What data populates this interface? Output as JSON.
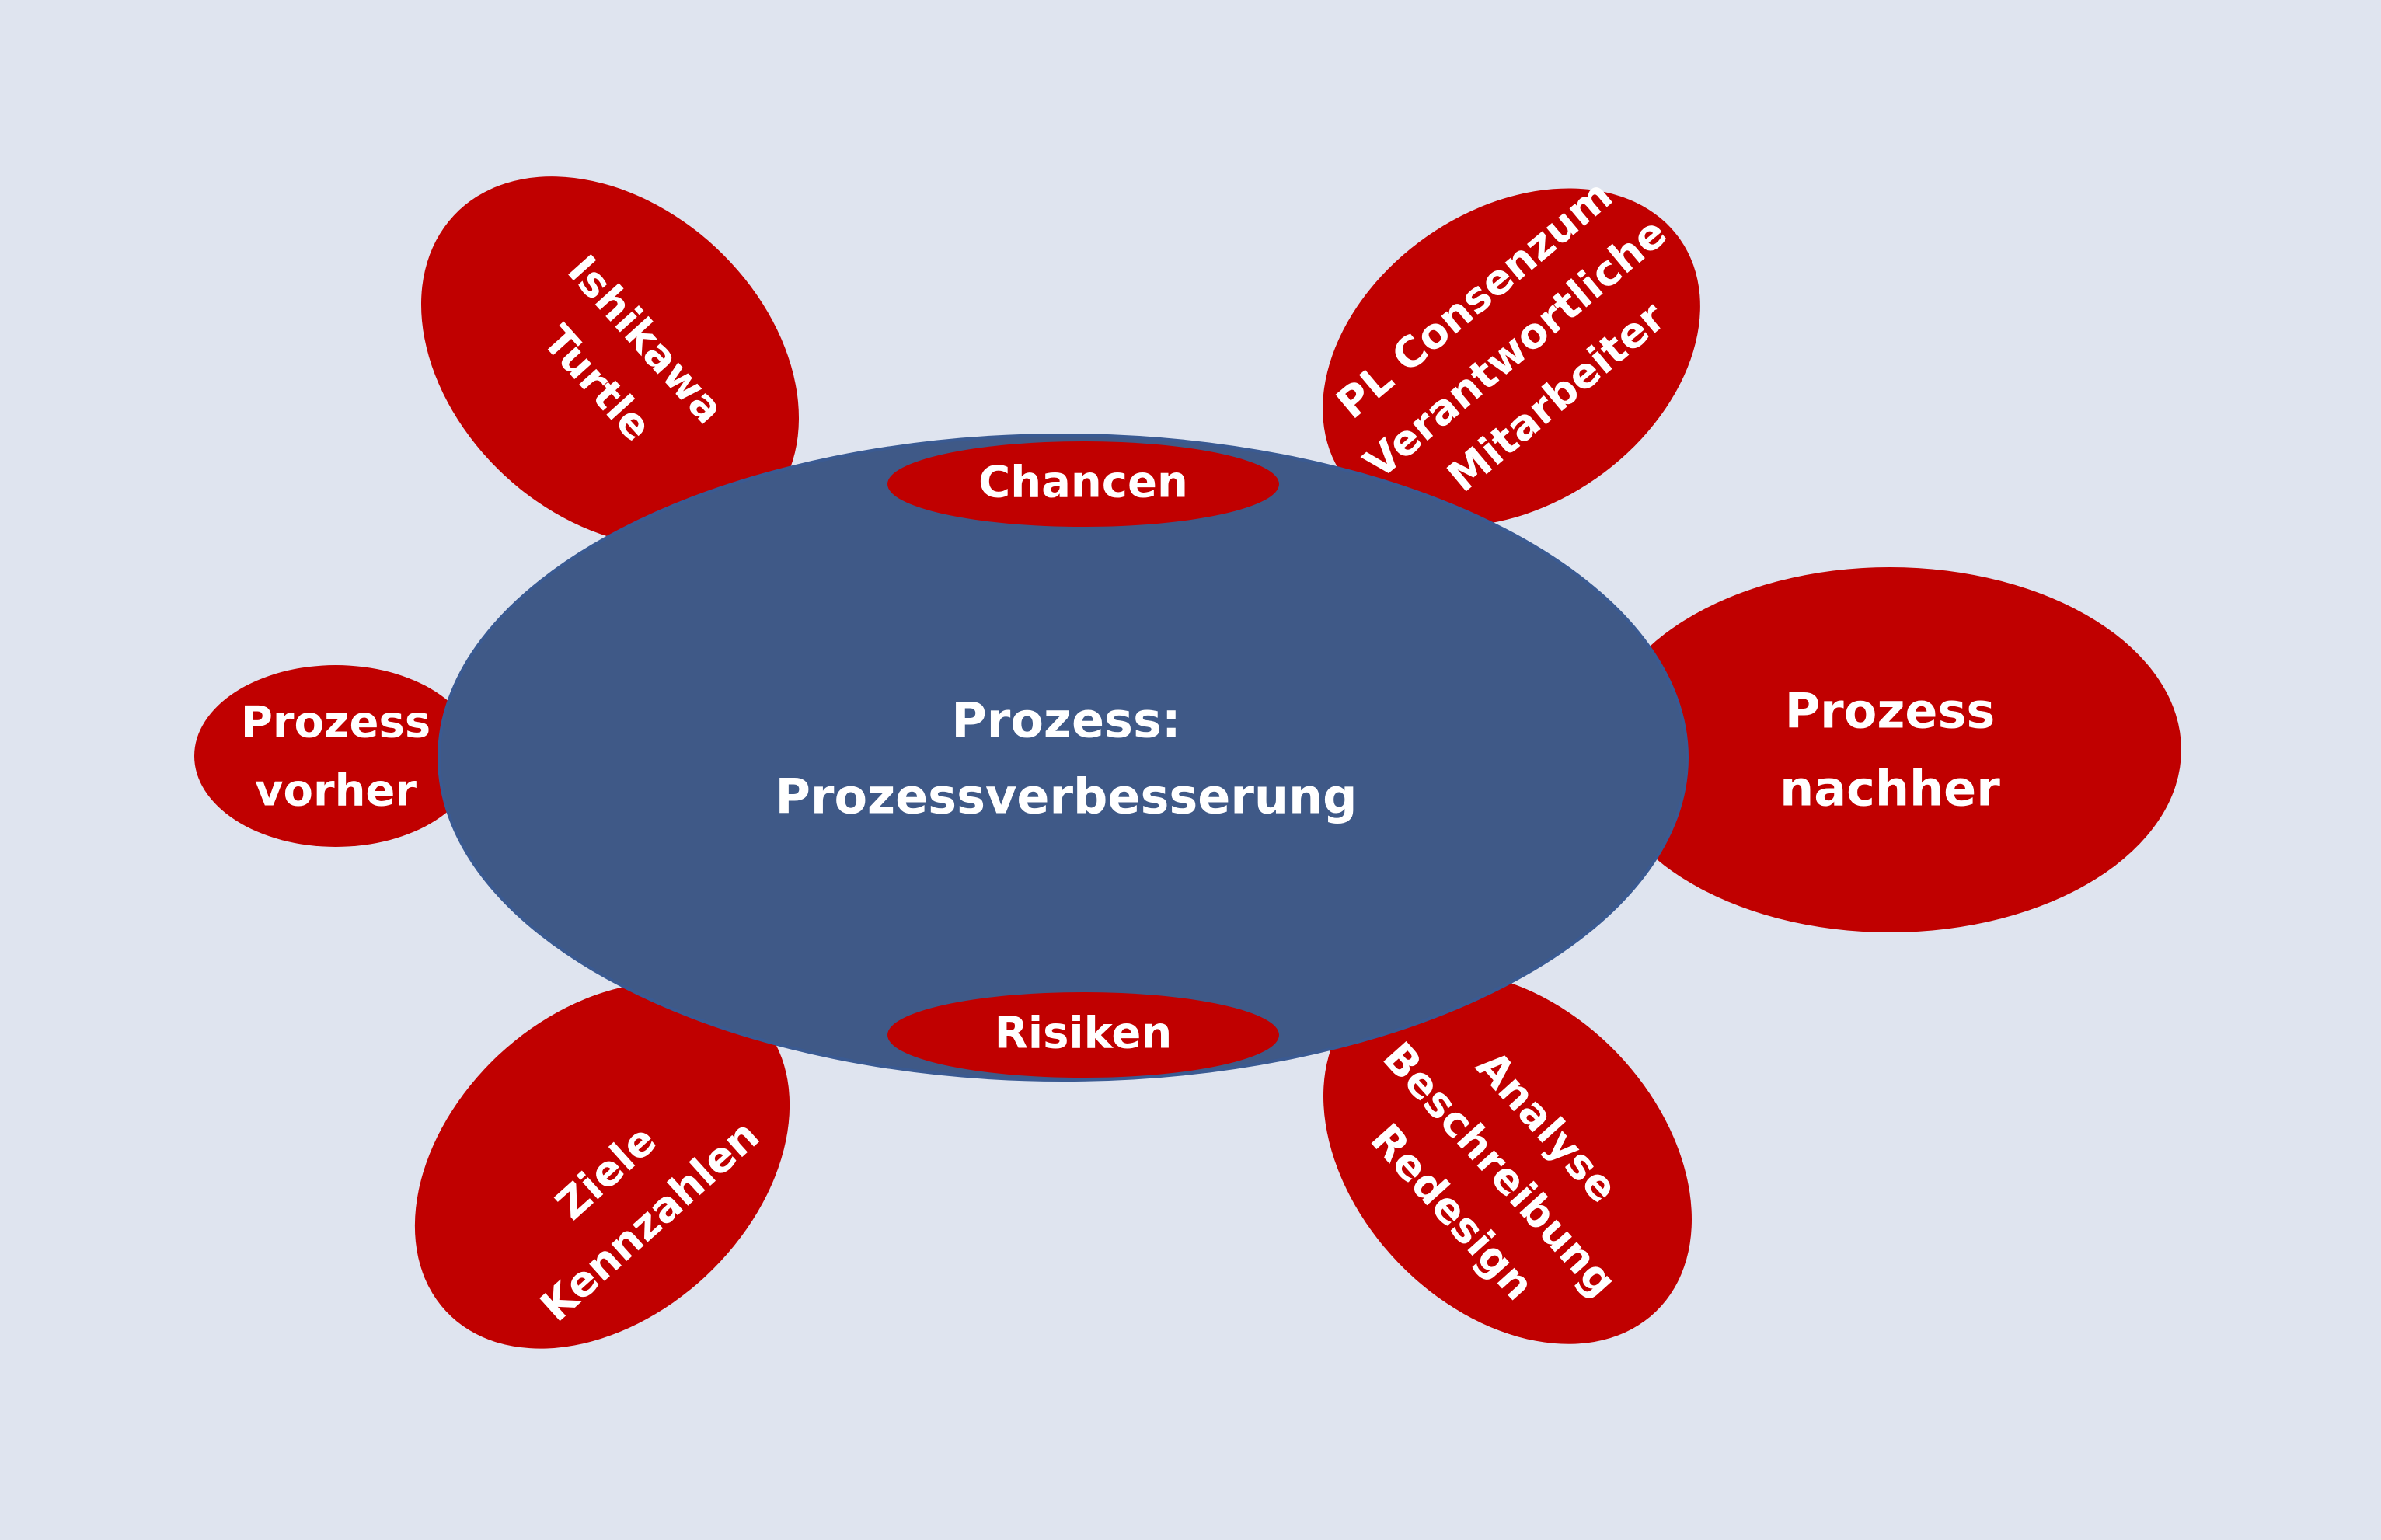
{
  "colors": {
    "background": "#dfe4ef",
    "center_fill": "#3f5987",
    "center_stroke": "#3a5a92",
    "petal_fill": "#c00000"
  },
  "center": {
    "line1": "Prozess:",
    "line2": "Prozessverbesserung"
  },
  "top_badge": "Chancen",
  "bottom_badge": "Risiken",
  "petals": {
    "top_left": {
      "lines": [
        "Ishikawa",
        "Turtle"
      ]
    },
    "top_right": {
      "lines": [
        "PL Consenzum",
        "Verantwortliche",
        "Mitarbeiter"
      ]
    },
    "left": {
      "lines": [
        "Prozess",
        "vorher"
      ]
    },
    "right": {
      "lines": [
        "Prozess",
        "nachher"
      ]
    },
    "bottom_left": {
      "lines": [
        "Ziele",
        "Kennzahlen"
      ]
    },
    "bottom_right": {
      "lines": [
        "Analyse",
        "Beschreibung",
        "Redesign"
      ]
    }
  }
}
